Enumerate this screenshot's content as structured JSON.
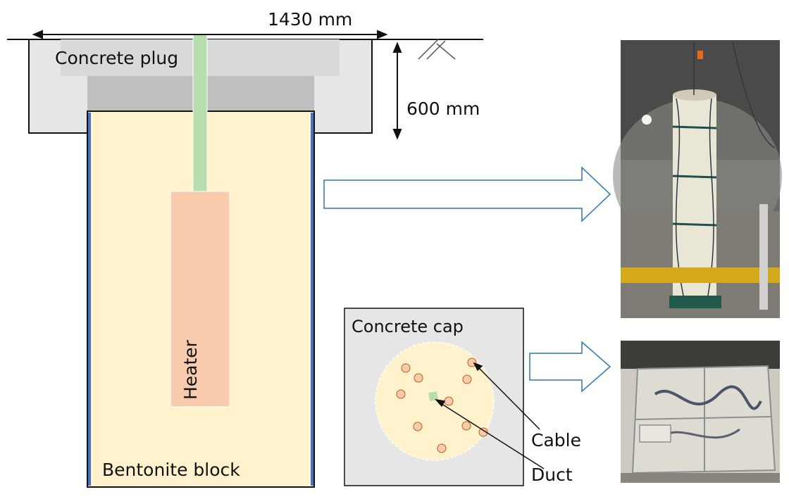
{
  "labels": {
    "width_dim": "1430 mm",
    "depth_dim": "600 mm",
    "concrete_plug": "Concrete plug",
    "heater": "Heater",
    "bentonite_block": "Bentonite block",
    "concrete_cap": "Concrete cap",
    "cable": "Cable",
    "duct": "Duct"
  },
  "colors": {
    "bentonite": "#fff2cc",
    "bentonite_edge": "#4472c4",
    "heater": "#f8cbad",
    "plug_light": "#d9d9d9",
    "plug_dark": "#bfbfbf",
    "plug_outer": "#e7e6e6",
    "duct": "#b7dfae",
    "cable_dot": "#f8cbad",
    "cable_dot_edge": "#c55a11",
    "arrow_edge": "#2e75b6"
  },
  "photos": {
    "top": "photo of installed bentonite buffer column with cables",
    "bottom": "photo of concrete cap frame with cables"
  }
}
